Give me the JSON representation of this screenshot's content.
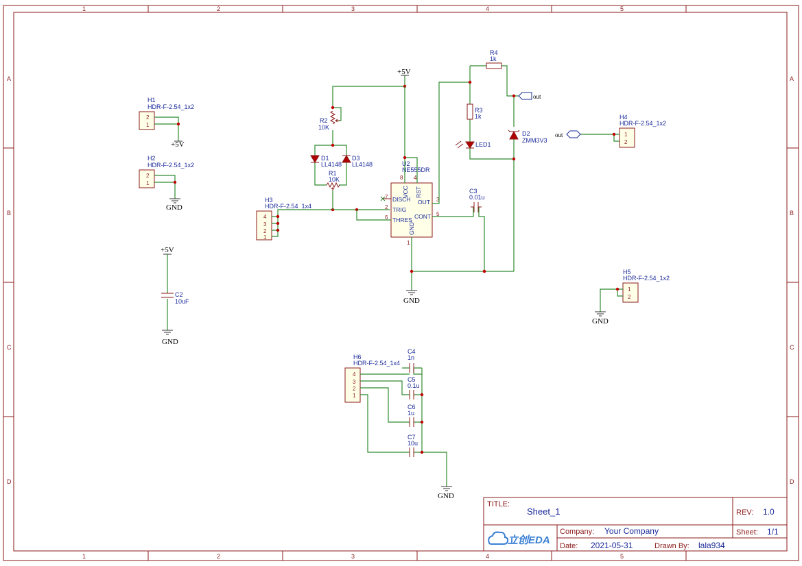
{
  "frame": {
    "columns": [
      "1",
      "2",
      "3",
      "4",
      "5"
    ],
    "rows": [
      "A",
      "B",
      "C",
      "D"
    ]
  },
  "title_block": {
    "title_label": "TITLE:",
    "title": "Sheet_1",
    "rev_label": "REV:",
    "rev": "1.0",
    "company_label": "Company:",
    "company": "Your Company",
    "sheet_label": "Sheet:",
    "sheet": "1/1",
    "date_label": "Date:",
    "date": "2021-05-31",
    "drawn_label": "Drawn By:",
    "drawn_by": "lala934",
    "logo_text": "立创EDA"
  },
  "nets": {
    "vcc": "+5V",
    "gnd": "GND",
    "out": "out"
  },
  "components": {
    "h1": {
      "ref": "H1",
      "value": "HDR-F-2.54_1x2",
      "pins": [
        "2",
        "1"
      ]
    },
    "h2": {
      "ref": "H2",
      "value": "HDR-F-2.54_1x2",
      "pins": [
        "2",
        "1"
      ]
    },
    "h3": {
      "ref": "H3",
      "value": "HDR-F-2.54_1x4",
      "pins": [
        "4",
        "3",
        "2",
        "1"
      ]
    },
    "h4": {
      "ref": "H4",
      "value": "HDR-F-2.54_1x2",
      "pins": [
        "1",
        "2"
      ]
    },
    "h5": {
      "ref": "H5",
      "value": "HDR-F-2.54_1x2",
      "pins": [
        "1",
        "2"
      ]
    },
    "h6": {
      "ref": "H6",
      "value": "HDR-F-2.54_1x4",
      "pins": [
        "4",
        "3",
        "2",
        "1"
      ]
    },
    "r1": {
      "ref": "R1",
      "value": "10K"
    },
    "r2": {
      "ref": "R2",
      "value": "10K"
    },
    "r3": {
      "ref": "R3",
      "value": "1k"
    },
    "r4": {
      "ref": "R4",
      "value": "1k"
    },
    "d1": {
      "ref": "D1",
      "value": "LL4148"
    },
    "d2": {
      "ref": "D2",
      "value": "ZMM3V3"
    },
    "d3": {
      "ref": "D3",
      "value": "LL4148"
    },
    "led1": {
      "ref": "LED1"
    },
    "c2": {
      "ref": "C2",
      "value": "10uF"
    },
    "c3": {
      "ref": "C3",
      "value": "0.01u"
    },
    "c4": {
      "ref": "C4",
      "value": "1n"
    },
    "c5": {
      "ref": "C5",
      "value": "0.1u"
    },
    "c6": {
      "ref": "C6",
      "value": "1u"
    },
    "c7": {
      "ref": "C7",
      "value": "10u"
    },
    "u2": {
      "ref": "U2",
      "value": "NE555DR",
      "pin_names": {
        "disch": "DISCH",
        "trig": "TRIG",
        "thres": "THRES",
        "out": "OUT",
        "cont": "CONT",
        "vcc": "VCC",
        "rst": "RST",
        "gnd": "GND"
      },
      "pin_numbers": {
        "disch": "7",
        "trig": "2",
        "thres": "6",
        "out": "3",
        "cont": "5",
        "vcc": "8",
        "rst": "4",
        "gnd": "1"
      }
    }
  }
}
